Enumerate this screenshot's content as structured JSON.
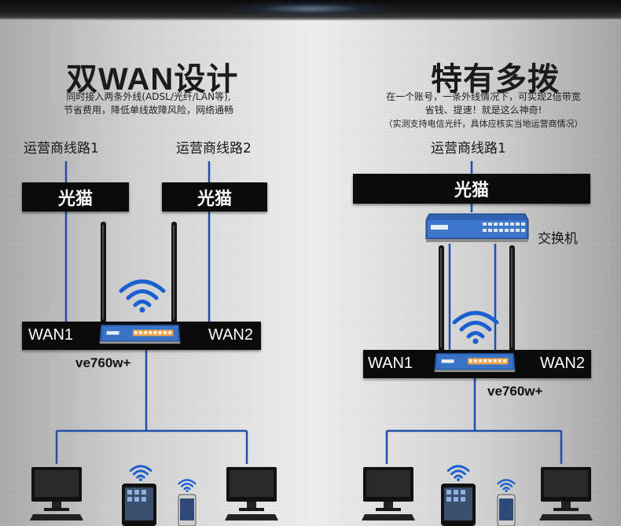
{
  "left": {
    "title": "双WAN设计",
    "desc_line1": "同时接入两条外线(ADSL/光纤/LAN等),",
    "desc_line2": "节省费用，降低单线故障风险，网络通畅",
    "line1_label": "运营商线路1",
    "line2_label": "运营商线路2",
    "modem1": "光猫",
    "modem2": "光猫",
    "wan1": "WAN1",
    "wan2": "WAN2",
    "model": "ve760w+"
  },
  "right": {
    "title": "特有多拨",
    "desc_line1": "在一个账号，一条外线情况下，可实现2倍带宽",
    "desc_line2": "省钱、提速！就是这么神奇!",
    "desc_line3": "（实测支持电信光纤，具体应核实当地运营商情况）",
    "line_label": "运营商线路1",
    "modem": "光猫",
    "switch_label": "交换机",
    "wan1": "WAN1",
    "wan2": "WAN2",
    "model": "ve760w+"
  },
  "colors": {
    "line_blue": "#1f4fa8",
    "router_blue": "#2d62b4",
    "wifi_blue": "#1a5fd0",
    "box_black": "#0b0b0b"
  },
  "icons": [
    "wifi-icon",
    "router-icon",
    "switch-icon",
    "monitor-icon",
    "tablet-icon",
    "phone-icon"
  ]
}
